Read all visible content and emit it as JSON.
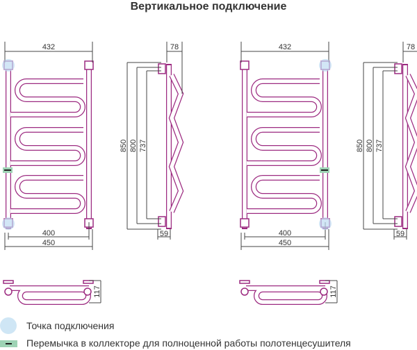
{
  "title": "Вертикальное подключение",
  "dims": {
    "width_top": "432",
    "depth_top": "78",
    "height": "850",
    "axis": "800",
    "inner": "737",
    "bottom_inner": "400",
    "bottom_outer": "450",
    "offset": "59",
    "bottom_depth": "117"
  },
  "legend": [
    {
      "icon": "connection-point-circle",
      "label": "Точка подключения",
      "color": "#cfe6f5"
    },
    {
      "icon": "jumper-bar",
      "label": "Перемычка в коллекторе для полноценной работы полотенцесушителя",
      "color": "#9ed3b5"
    }
  ],
  "colors": {
    "tube": "#9c2a80"
  }
}
